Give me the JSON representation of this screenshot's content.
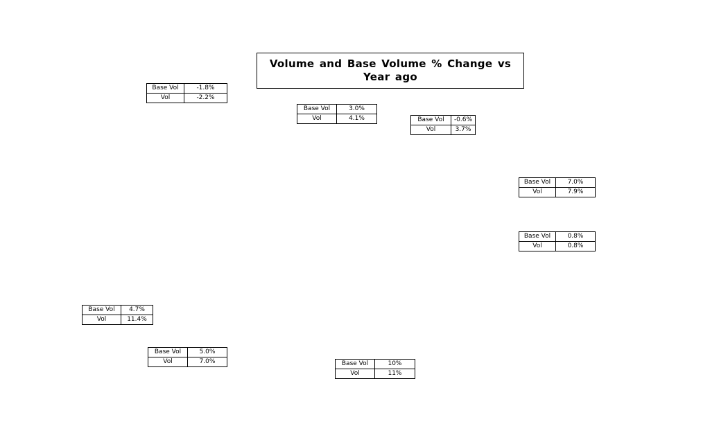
{
  "title": {
    "full": "Volume and Base Volume % Change vs Year ago",
    "line1": "Volume and Base Volume % Change vs",
    "line2": "Year ago"
  },
  "colors": {
    "background": "#ffffff",
    "border": "#000000",
    "text": "#000000"
  },
  "chart_data": {
    "type": "table",
    "title": "Volume and Base Volume % Change vs Year ago",
    "row_headers": [
      "Base Vol",
      "Vol"
    ],
    "series": [
      {
        "name": "Base Vol",
        "values": [
          "-1.8%",
          "3.0%",
          "-0.6%",
          "7.0%",
          "0.8%",
          "4.7%",
          "5.0%",
          "10%"
        ]
      },
      {
        "name": "Vol",
        "values": [
          "-2.2%",
          "4.1%",
          "3.7%",
          "7.9%",
          "0.8%",
          "11.4%",
          "7.0%",
          "11%"
        ]
      }
    ],
    "legend_position": "none",
    "grid": false
  },
  "tables": [
    {
      "base_label": "Base Vol",
      "base_value": "-1.8%",
      "vol_label": "Vol",
      "vol_value": "-2.2%"
    },
    {
      "base_label": "Base Vol",
      "base_value": "3.0%",
      "vol_label": "Vol",
      "vol_value": "4.1%"
    },
    {
      "base_label": "Base Vol",
      "base_value": "-0.6%",
      "vol_label": "Vol",
      "vol_value": "3.7%"
    },
    {
      "base_label": "Base Vol",
      "base_value": "7.0%",
      "vol_label": "Vol",
      "vol_value": "7.9%"
    },
    {
      "base_label": "Base Vol",
      "base_value": "0.8%",
      "vol_label": "Vol",
      "vol_value": "0.8%"
    },
    {
      "base_label": "Base Vol",
      "base_value": "4.7%",
      "vol_label": "Vol",
      "vol_value": "11.4%"
    },
    {
      "base_label": "Base Vol",
      "base_value": "5.0%",
      "vol_label": "Vol",
      "vol_value": "7.0%"
    },
    {
      "base_label": "Base Vol",
      "base_value": "10%",
      "vol_label": "Vol",
      "vol_value": "11%"
    }
  ]
}
